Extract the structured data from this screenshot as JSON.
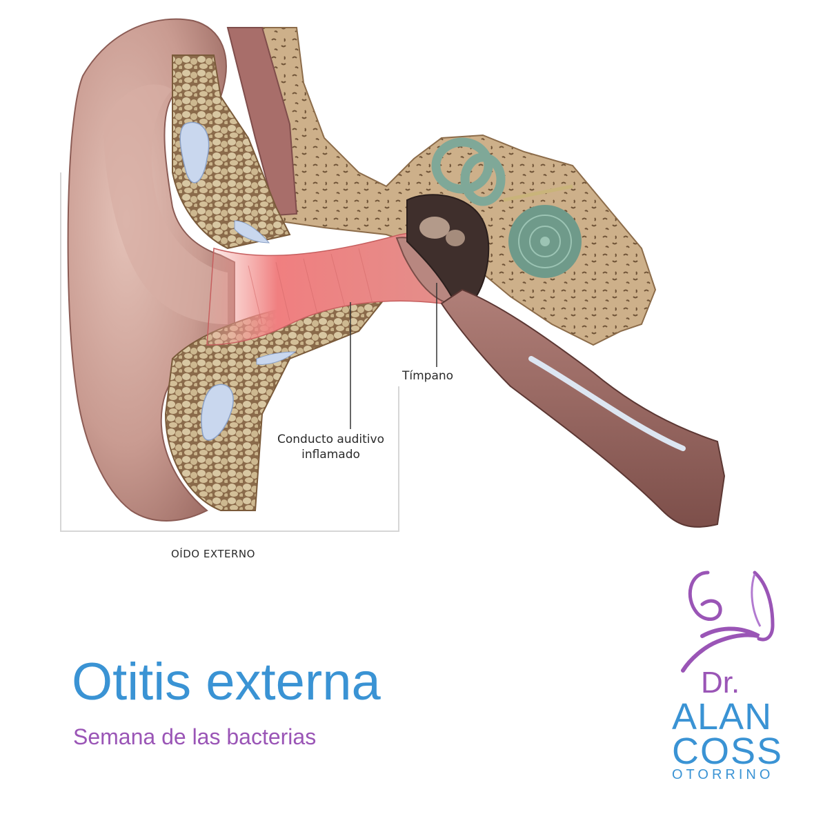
{
  "diagram": {
    "labels": {
      "timpano": "Tímpano",
      "conducto_line1": "Conducto auditivo",
      "conducto_line2": "inflamado",
      "section": "OÍDO EXTERNO"
    },
    "colors": {
      "skin": "#c89a90",
      "skin_dark": "#9c6a62",
      "bone": "#c9ac86",
      "inflamed_canal": "#ef8a8a",
      "cochlea": "#8fb7a8"
    }
  },
  "heading": {
    "title": "Otitis externa",
    "subtitle": "Semana de las bacterias"
  },
  "logo": {
    "prefix": "Dr.",
    "name_first": "ALAN",
    "name_last": "COSS",
    "specialty": "OTORRINO",
    "colors": {
      "purple": "#9a55b6",
      "blue": "#3a93d4"
    }
  }
}
